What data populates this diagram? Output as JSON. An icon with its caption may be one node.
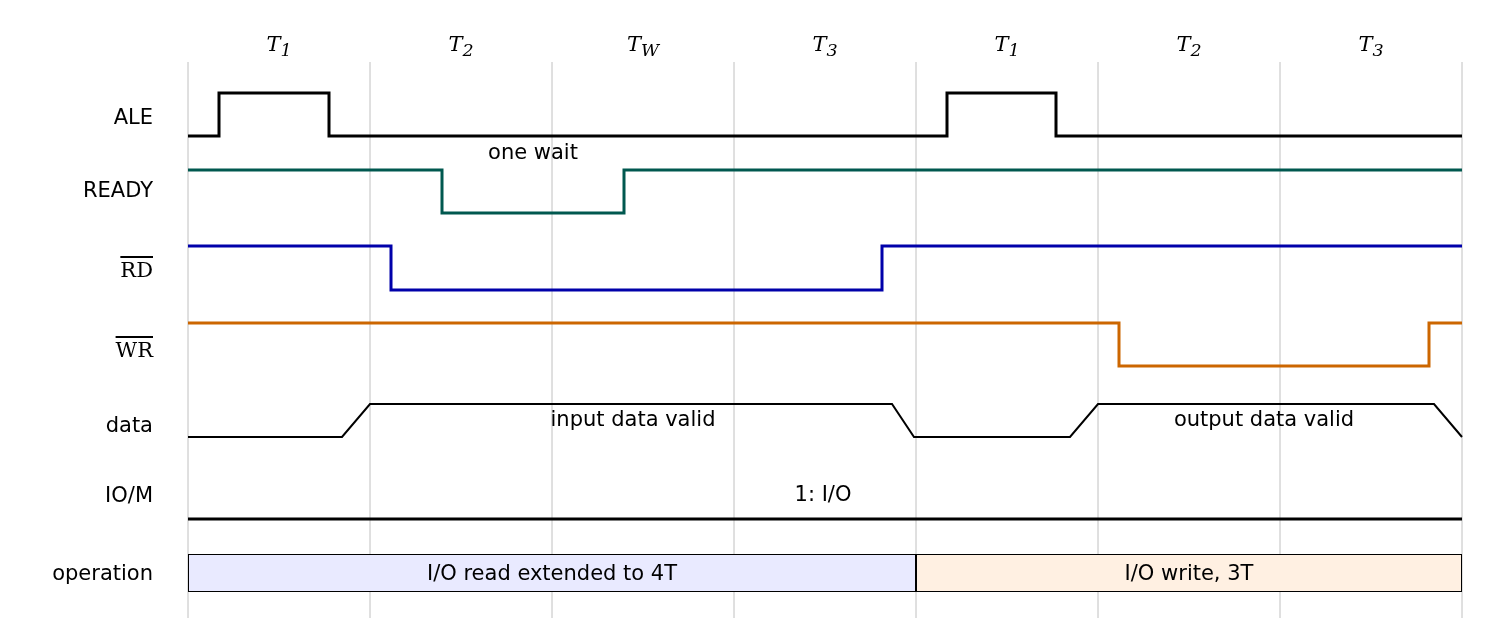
{
  "diagram": {
    "nodes": [
      {
        "text": [
          "I/O read extended to 4T"
        ]
      },
      {
        "text": [
          "I/O write, 3T"
        ]
      }
    ],
    "labels": [
      "T$_{1}$",
      "T$_{2}$",
      "T$_{W}$",
      "T$_{3}$",
      "T$_{1}$",
      "T$_{2}$",
      "T$_{3}$",
      "ALE",
      "one wait",
      "READY",
      "RD",
      "WR",
      "data",
      "input data valid",
      "output data valid",
      "IO/M",
      "1: I/O",
      "operation"
    ]
  }
}
